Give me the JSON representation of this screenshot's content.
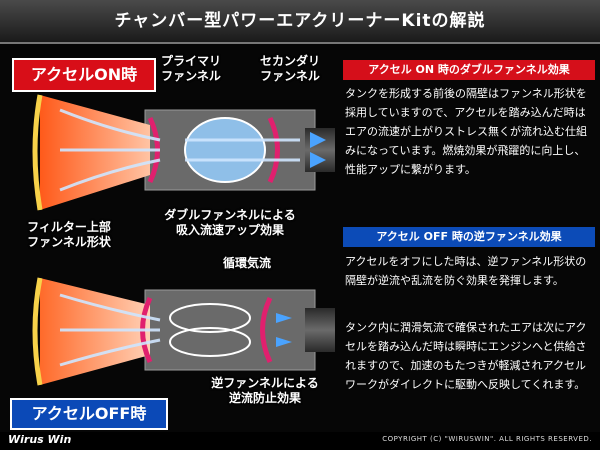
{
  "title": "チャンバー型パワーエアクリーナーKitの解説",
  "labels": {
    "accel_on": "アクセルON時",
    "accel_off": "アクセルOFF時"
  },
  "callouts": {
    "primary_funnel": "プライマリ\nファンネル",
    "secondary_funnel": "セカンダリ\nファンネル",
    "filter_top": "フィルター上部\nファンネル形状",
    "double_funnel": "ダブルファンネルによる\n吸入流速アップ効果",
    "circulation": "循環気流",
    "reverse_funnel": "逆ファンネルによる\n逆流防止効果"
  },
  "sections": {
    "on": {
      "heading": "アクセル ON 時のダブルファンネル効果",
      "text": "タンクを形成する前後の隔壁はファンネル形状を採用していますので、アクセルを踏み込んだ時はエアの流速が上がりストレス無くが流れ込む仕組みになっています。燃焼効果が飛躍的に向上し、性能アップに繋がります。"
    },
    "off": {
      "heading": "アクセル OFF 時の逆ファンネル効果",
      "text1": "アクセルをオフにした時は、逆ファンネル形状の隔壁が逆流や乱流を防ぐ効果を発揮します。",
      "text2": "タンク内に潤滑気流で確保されたエアは次にアクセルを踏み込んだ時は瞬時にエンジンへと供給されますので、加速のもたつきが軽減されアクセルワークがダイレクトに駆動へ反映してくれます。"
    }
  },
  "footer": {
    "logo": "Wirus Win",
    "copyright": "COPYRIGHT (C) \"WIRUSWIN\". ALL RIGHTS RESERVED."
  },
  "colors": {
    "accent_red": "#d80e18",
    "accent_blue": "#0b49b7",
    "pink_ring": "#e0206e"
  }
}
